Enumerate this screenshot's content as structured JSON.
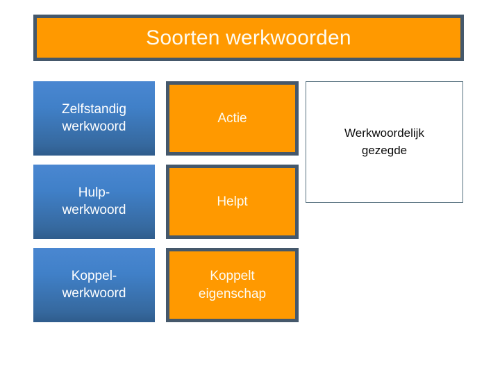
{
  "slide": {
    "title": "Soorten werkwoorden",
    "title_colors": {
      "background": "#FF9900",
      "border": "#45586B",
      "text": "#FDFBF2"
    },
    "colors": {
      "orange": "#FF9900",
      "border_slate": "#45586B",
      "blue_top": "#4A87D1",
      "blue_bottom": "#2F5C8C",
      "callout_border": "#55707E",
      "callout_text": "#0A0A0A",
      "white": "#FFFFFF"
    },
    "rows": [
      {
        "kind": "Zelfstandig\nwerkwoord",
        "function": "Actie"
      },
      {
        "kind": "Hulp-\nwerkwoord",
        "function": "Helpt"
      },
      {
        "kind": "Koppel-\nwerkwoord",
        "function": "Koppelt\neigenschap"
      }
    ],
    "callout": {
      "text": "Werkwoordelijk\ngezegde"
    }
  }
}
